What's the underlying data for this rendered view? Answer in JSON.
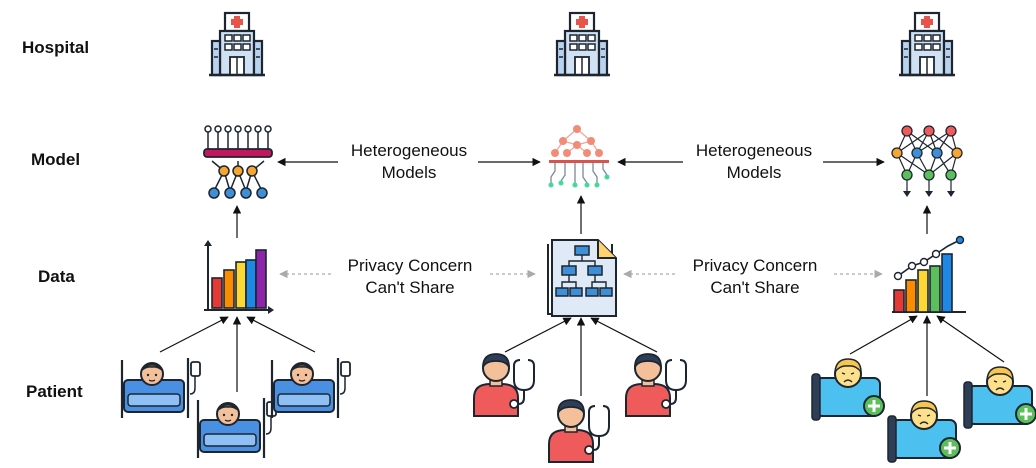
{
  "row_labels": {
    "hospital": "Hospital",
    "model": "Model",
    "data": "Data",
    "patient": "Patient"
  },
  "edge_labels": {
    "model_left": [
      "Heterogeneous",
      "Models"
    ],
    "model_right": [
      "Heterogeneous",
      "Models"
    ],
    "data_left": [
      "Privacy Concern",
      "Can't Share"
    ],
    "data_right": [
      "Privacy Concern",
      "Can't Share"
    ]
  },
  "colors": {
    "outline": "#1c2530",
    "building": "#cfe1f3",
    "cross": "#e8534b",
    "bed_blue": "#4a90e2",
    "patient_skin": "#f4c09a",
    "doctor_shirt": "#ef5b5b",
    "sick_skin": "#ffe08a",
    "plus_green": "#5bbf5b",
    "bar_colors": [
      "#e53935",
      "#fb8c00",
      "#fdd835",
      "#1e88e5",
      "#8e24aa"
    ]
  }
}
